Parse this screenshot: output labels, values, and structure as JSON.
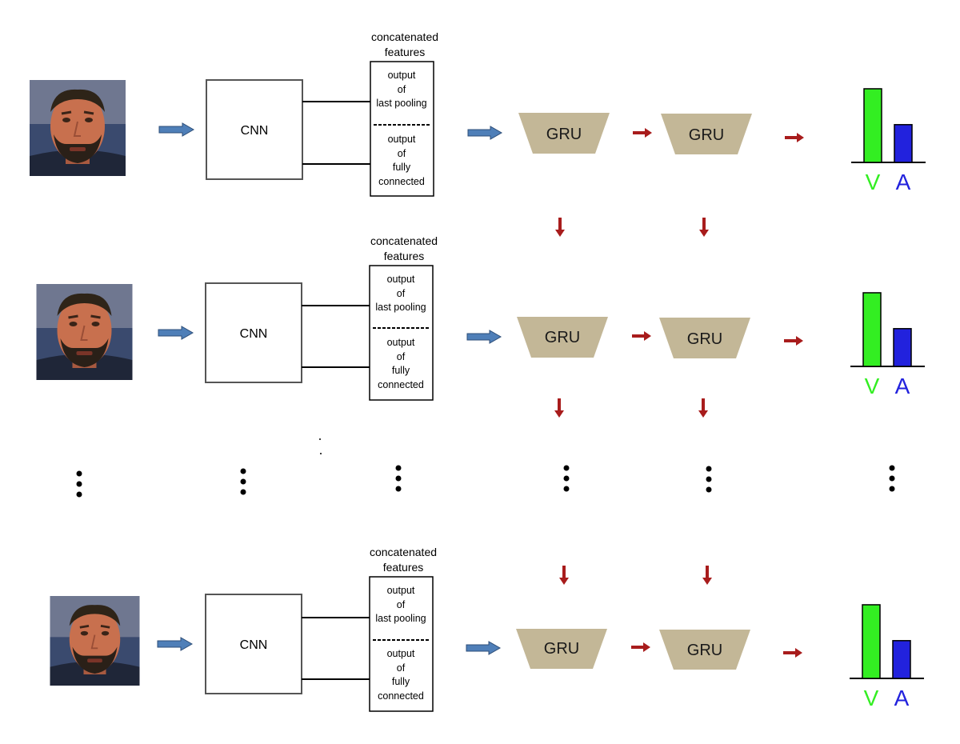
{
  "labels": {
    "cnn": "CNN",
    "gru": "GRU",
    "features_caption_1": "concatenated",
    "features_caption_2": "features",
    "pool_1": "output",
    "pool_2": "of",
    "pool_3": "last pooling",
    "fc_1": "output",
    "fc_2": "of",
    "fc_3": "fully",
    "fc_4": "connected",
    "valence": "V",
    "arousal": "A"
  },
  "colors": {
    "valence_bar": "#33ee22",
    "arousal_bar": "#2222dd",
    "valence_text": "#33ee22",
    "arousal_text": "#2222dd",
    "gru_fill": "#c3b797",
    "input_arrow": "#4f7fb8",
    "gru_arrow": "#a81c1c"
  },
  "icons": {
    "face": "face-photo-icon",
    "input_arrow": "blue-right-arrow-icon",
    "gru_arrow": "red-arrow-icon",
    "ellipsis": "vertical-dots-icon"
  },
  "rows": [
    {
      "valence": 0.78,
      "arousal": 0.4
    },
    {
      "valence": 0.78,
      "arousal": 0.4
    },
    {
      "valence": 0.78,
      "arousal": 0.4
    }
  ]
}
